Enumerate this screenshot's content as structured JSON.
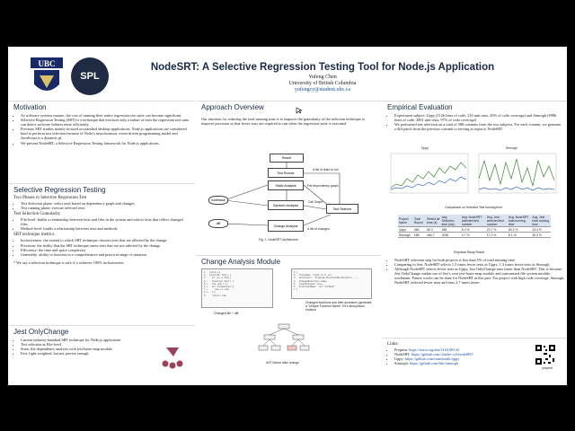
{
  "header": {
    "title": "NodeSRT: A Selective Regression Testing Tool for Node.js Application",
    "author": "Yufeng Chen",
    "affiliation": "University of British Columbia",
    "email": "yufengcy@student.ubc.ca",
    "logo_spl": "SPL",
    "logo_ubc": "UBC"
  },
  "motivation": {
    "title": "Motivation",
    "items": [
      "As software systems mature, the cost of running their entire regression test suite can become significant.",
      "Selective Regression Testing (SRT) is a technique that executes only a subset of tests the regression test suite can detect software failures more efficiently.",
      "Previous SRT studies mainly focused on standard desktop applications. Node.js applications are considered hard to perform test selection because of Node's asynchronous, event-driven programming model and JavaScript is a dynamic pl.",
      "We present NodeSRT, a Selective Regression Testing framework for Node.js applications."
    ]
  },
  "srt": {
    "title": "Selective Regression Testing",
    "phases_title": "Two Phases in Selective Regression Test",
    "phases": [
      "Test Selection phase: select tests based on dependency graph and changes",
      "Test running phase: execute selected tests"
    ],
    "gran_title": "Test Selection Granularity",
    "gran": [
      "File-level: builds a relationship between tests and files in the system and selects tests that reflect changed files.",
      "Method-level: builds a relationship between tests and methods."
    ],
    "metrics_title": "SRT technique metrics",
    "metrics": [
      "Inclusiveness: the extend to which SRT technique chooses tests that are affected by the change",
      "Precision: the ability that the SRT technique omits tests that are not affected by the change",
      "Efficiency: the time and space complexity",
      "Generality: ability to function in a comprehensive and practical range of situation"
    ],
    "note": "* We say a selection technique is safe if it achieves 100% inclusiveness"
  },
  "jest": {
    "title": "Jest OnlyChange",
    "items": [
      "Current industry-standard SRT technique for Node.js application",
      "Test selection at File-level",
      "Static file dependency analysis with jest-haste-map module",
      "Fast, light-weighted, but not precise enough"
    ]
  },
  "approach": {
    "title": "Approach Overview",
    "text": "Our intuition for reducing the total running time is to improve the granularity of the selection technique to improve precision so that fewer tests are required to run when the regression suite is executed.",
    "nodes": {
      "result": "Result",
      "runner": "Test Runner",
      "static": "Static Analysis",
      "dynamic": "Dynamic Analysis",
      "selector": "Test Selector",
      "change": "Change Analysis",
      "codebase": "codebase",
      "diff": "diff"
    },
    "labels": {
      "list_to_run": "A list of tests to run",
      "dep_graph": "File dependency graph",
      "call_graph": "Call Graph",
      "list_changes": "A list of changes"
    },
    "caption": "Fig. 1. NodeSRT Architecture"
  },
  "change": {
    "title": "Change Analysis Module",
    "caption_left": "Changed file + diff",
    "caption_right": "Changed functions and their ancestors (generate a \"Unique Function Name\" if it's anonymous function",
    "caption_bottom": "AST before after change",
    "code_left": "1 - lib/a.js\n2 - function foo() {\n3 -   if (x) e.foo()\n4 -   function bar() {\n5 +   let num = 1;\n6 +   arr.forEach(e=>{\n7 +     num += num;\n8 +   });\n9     return num;",
    "code_right": "1 {\n2   filename: \"path to b.js\",\n3   ancestors: 'Program.FunctionDeclaration...',\n4   ChangedFunction.name,\n5   lineChanged: true,\n6   functionName: 'arr.forEach'\n7 }"
  },
  "empirical": {
    "title": "Empirical Evaluation",
    "items": [
      "Experiment subject: Uppy (112k lines of code, 216 unit tests, 20% of code coverage) and Simorgh (698k lines of code, 2801 unit tests, 97% of code coverage)",
      "We performed test selection on a total of 388 commits from the two subjects. For each commit, we generate a diff patch from the previous commit to serving as input to NodeSRT"
    ],
    "chart_uppy": "Uppy",
    "chart_simorgh": "Simorgh",
    "chart_caption": "Comparison on Selected Test running time",
    "table": {
      "headers": [
        "Project Name",
        "Total Round",
        "Retest all time (s)",
        "Avg. Selection time (ms)",
        "Avg. NodeSRT selected test number",
        "Avg. Jest selected test number",
        "Avg. NodeSRT total running time",
        "Avg. Jest total running time"
      ],
      "rows": [
        [
          "Uppy",
          "460",
          "65.3",
          "458",
          "8.4 %",
          "20.7 %",
          "50.2 %",
          "23.4 %"
        ],
        [
          "Simorgh",
          "188",
          "460.7",
          "3236",
          "2.7 %",
          "17.2 %",
          "8.1 %",
          "30.2 %"
        ]
      ],
      "caption": "Empirical Study Result"
    },
    "results": [
      "NodeSRT selection step for both projects is less than 5% of total running time",
      "Comparing to Jest, NodeSRT selects 1.5 times fewer tests as Uppy; 1.3 times fewer tests as Simorgh",
      "Although NodeSRT selects fewer tests as Uppy, Jest OnlyChange runs faster than NodeSRT. This is because Jest OnlyChange makes use of Jest's own jest-haste-map module and customized file system module, workmanr. Future works can be done for NodeSRT at this part. For project with high code coverage, Simorgh, NodeSRT selected fewer tests and runs 2.7 times faster."
    ]
  },
  "links": {
    "title": "Links:",
    "items": [
      {
        "label": "Preprint:",
        "url": "https://arxiv.org/abs/2104.08142"
      },
      {
        "label": "NodeSRT:",
        "url": "https://github.com/charlie-cyf/nodeSRT"
      },
      {
        "label": "Uppy:",
        "url": "https://github.com/transloadit/uppy"
      },
      {
        "label": "Simorgh:",
        "url": "https://github.com/bbc/simorgh"
      }
    ],
    "qr_caption": "preprint"
  },
  "colors": {
    "accent": "#1a2a44",
    "spl_bg": "#1f2b43",
    "jest_red": "#99425b",
    "chart_green": "#3a8a2e",
    "chart_blue": "#3c6bc9"
  }
}
